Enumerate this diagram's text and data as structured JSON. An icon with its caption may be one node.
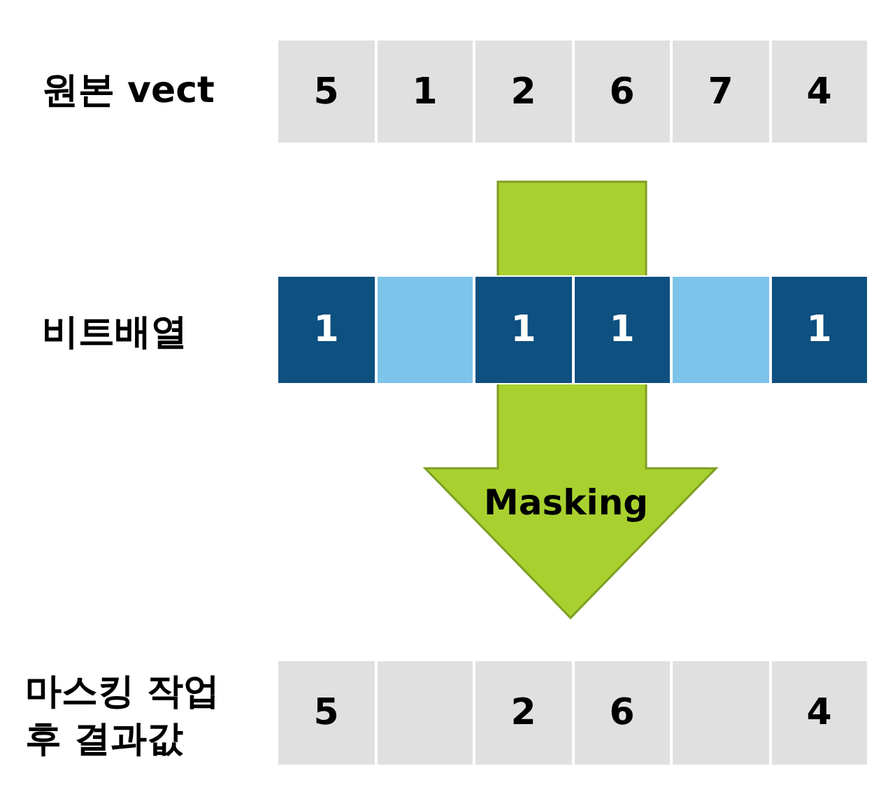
{
  "diagram": {
    "nodes": [
      {
        "text": [
          "Masking"
        ]
      }
    ],
    "labels": [
      "원본 vect",
      "5",
      "1",
      "2",
      "6",
      "7",
      "4",
      "비트배열",
      "1",
      "1",
      "1",
      "1",
      "마스킹 작업 후 결과값",
      "5",
      "2",
      "6",
      "4"
    ]
  }
}
